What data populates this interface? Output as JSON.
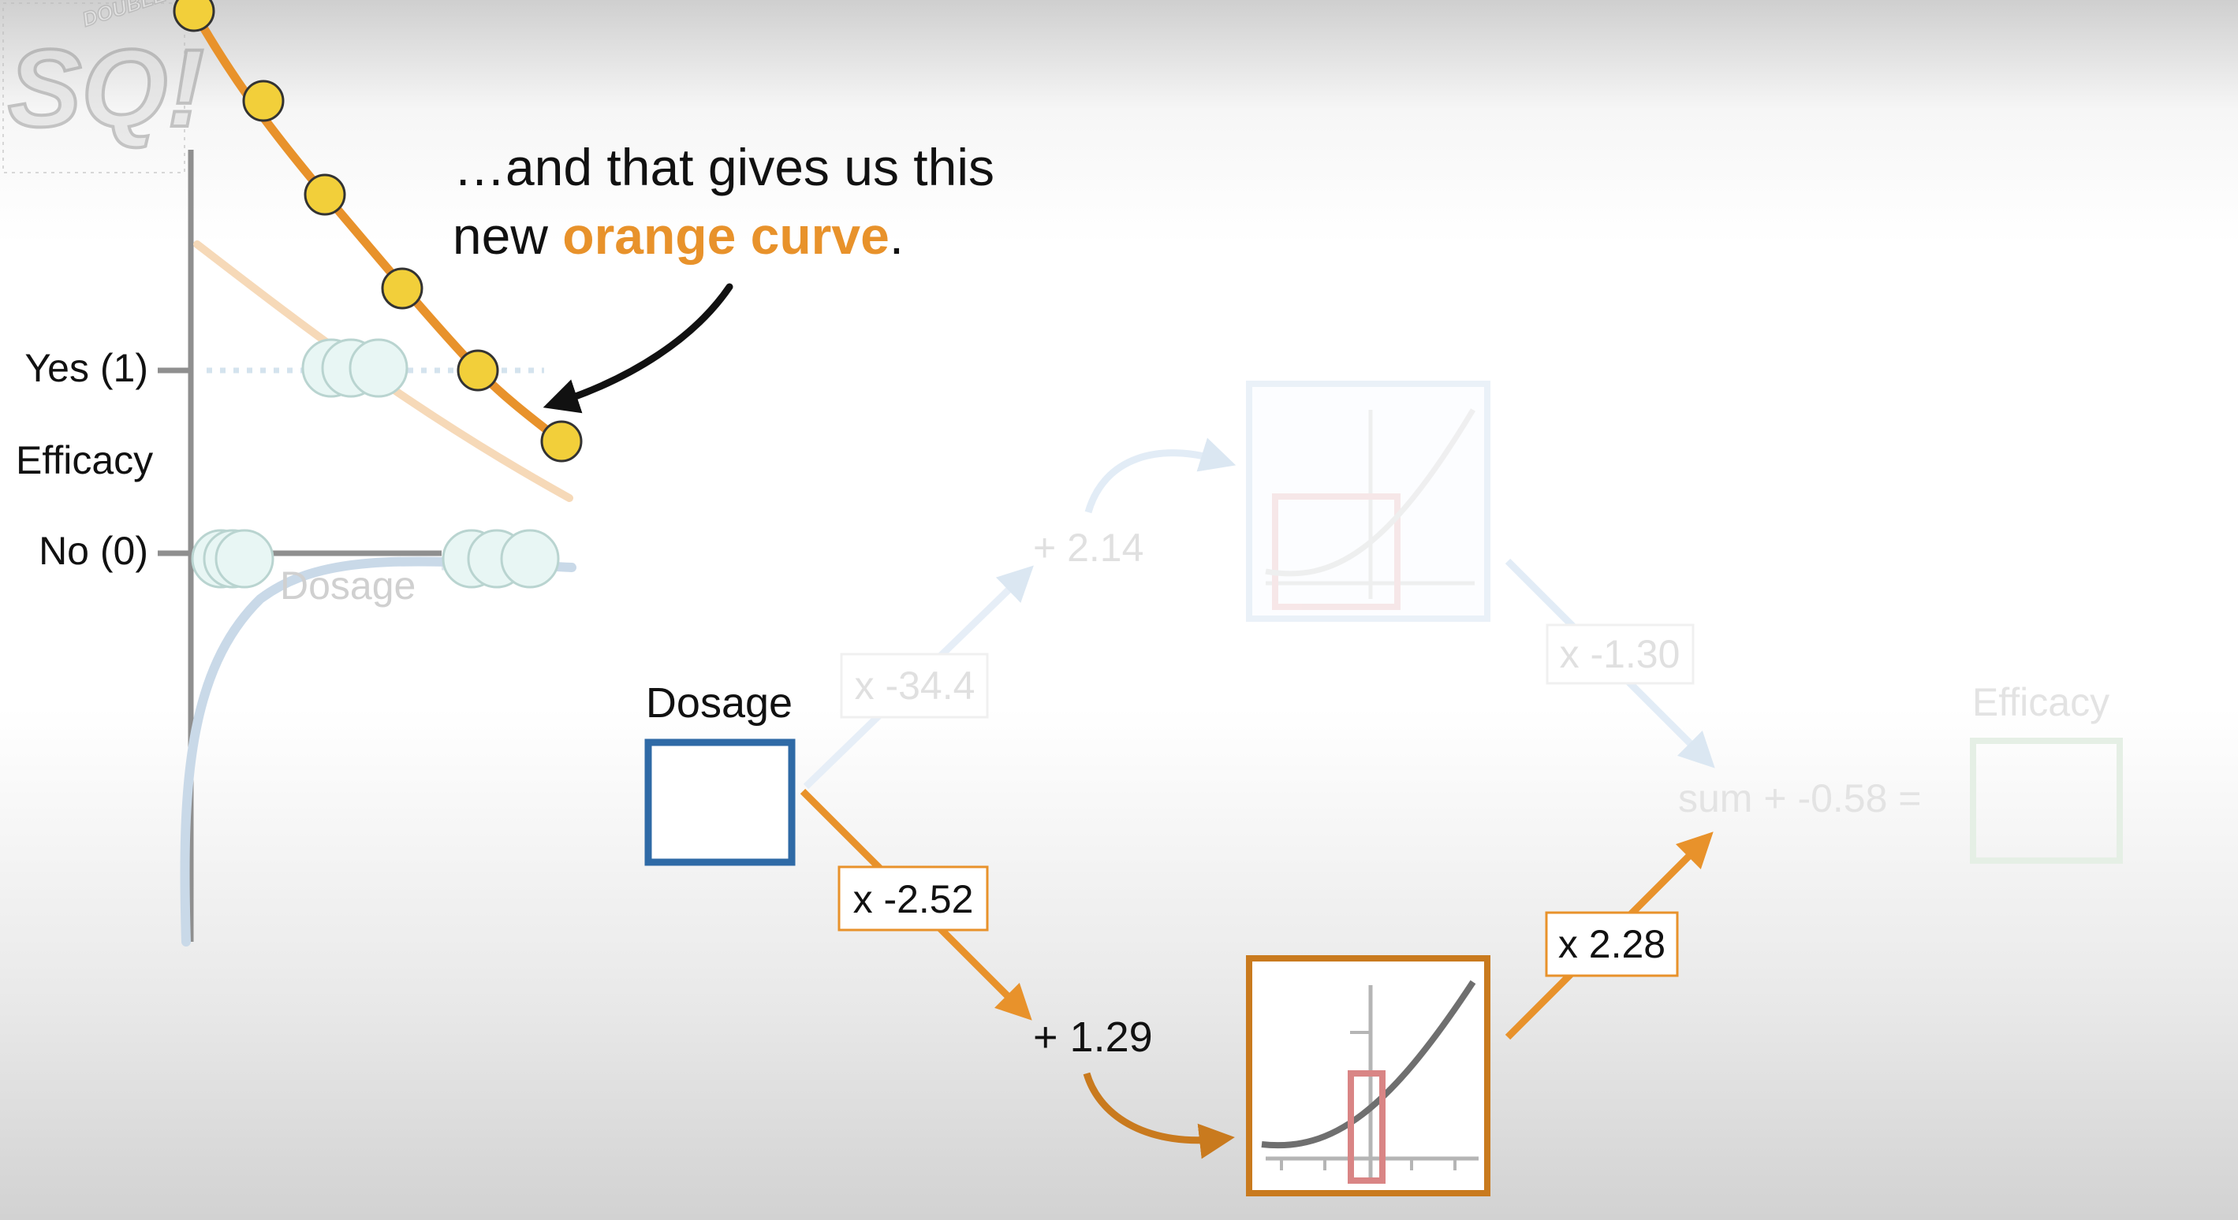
{
  "logo": {
    "main": "SQ!",
    "small": "DOUBLE BAM!!"
  },
  "caption": {
    "line1": "…and that gives us this",
    "line2_pre": "new ",
    "line2_highlight": "orange curve",
    "line2_post": "."
  },
  "graph": {
    "y_tick_yes": "Yes (1)",
    "y_label": "Efficacy",
    "y_tick_no": "No (0)",
    "x_label": "Dosage"
  },
  "network": {
    "input_label": "Dosage",
    "top_weight_in": "x -34.4",
    "top_bias": "+ 2.14",
    "top_weight_out": "x -1.30",
    "bottom_weight_in": "x -2.52",
    "bottom_bias": "+ 1.29",
    "bottom_weight_out": "x 2.28",
    "sum_label": "sum + -0.58 =",
    "output_label": "Efficacy"
  },
  "colors": {
    "orange": "#e8922b",
    "orange_dark": "#c97a1e",
    "blue": "#2f6aa6",
    "gold_point": "#f2cf3a",
    "grey_axis": "#8f8f8f",
    "faded_blue": "#c9d9e8",
    "faded_orange": "#f6d9b8",
    "faded_green": "#d8ead8"
  }
}
